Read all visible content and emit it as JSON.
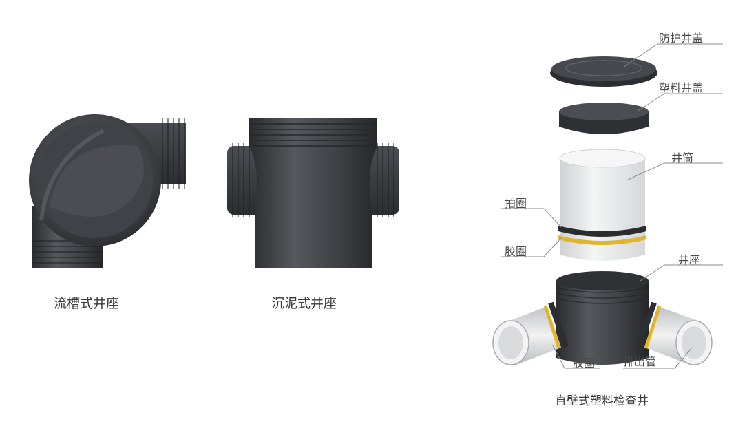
{
  "captions": {
    "flow_channel": "流槽式井座",
    "sediment": "沉泥式井座",
    "assembly": "直壁式塑料检查井"
  },
  "part_labels": {
    "protective_cover": "防护井盖",
    "plastic_cover": "塑料井盖",
    "shaft": "井筒",
    "clamp_ring": "拍圈",
    "rubber_ring_top": "胶圈",
    "base": "井座",
    "rubber_ring_bottom": "胶圈",
    "drain_pipe": "排出管"
  },
  "colors": {
    "dark_plastic": "#3b3d40",
    "light_shaft": "#e8e9e9",
    "rubber_ring": "#e0b52a",
    "leader_line": "#8a8a8a"
  }
}
